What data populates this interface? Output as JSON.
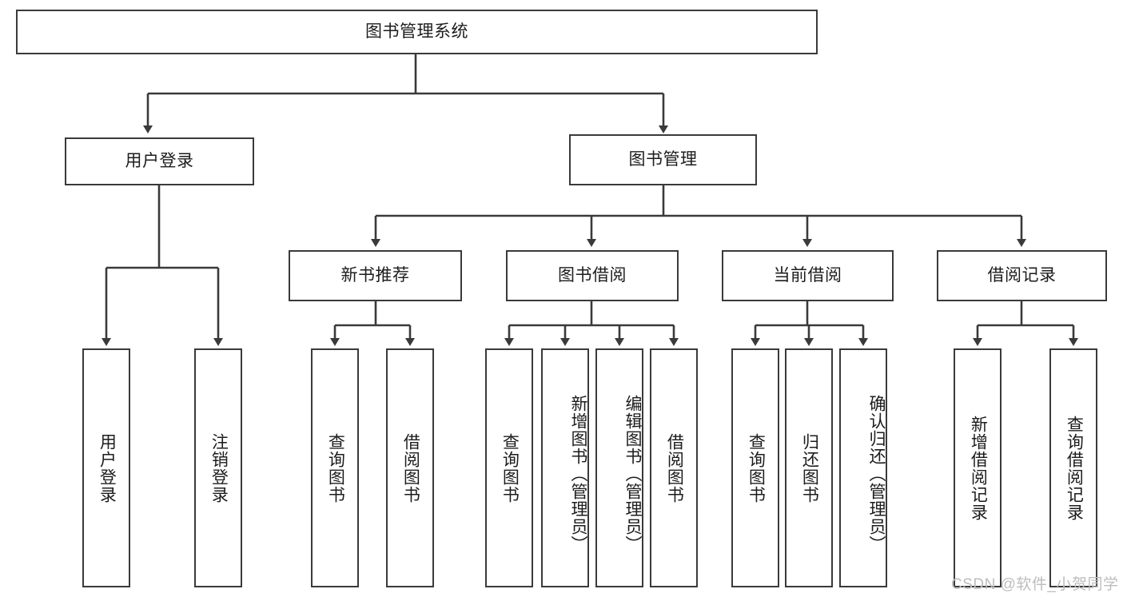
{
  "diagram": {
    "title": "图书管理系统",
    "type": "tree-hierarchy",
    "root": {
      "label": "图书管理系统"
    },
    "level2": [
      {
        "label": "用户登录"
      },
      {
        "label": "图书管理"
      }
    ],
    "level3": [
      {
        "label": "新书推荐",
        "parent": "图书管理"
      },
      {
        "label": "图书借阅",
        "parent": "图书管理"
      },
      {
        "label": "当前借阅",
        "parent": "图书管理"
      },
      {
        "label": "借阅记录",
        "parent": "图书管理"
      }
    ],
    "leaves": {
      "user_login": [
        {
          "label": "用户登录"
        },
        {
          "label": "注销登录"
        }
      ],
      "new_book_recommend": [
        {
          "label": "查询图书"
        },
        {
          "label": "借阅图书"
        }
      ],
      "book_borrow": [
        {
          "label": "查询图书"
        },
        {
          "label": "新增图书（管理员）"
        },
        {
          "label": "编辑图书（管理员）"
        },
        {
          "label": "借阅图书"
        }
      ],
      "current_borrow": [
        {
          "label": "查询图书"
        },
        {
          "label": "归还图书"
        },
        {
          "label": "确认归还（管理员）"
        }
      ],
      "borrow_records": [
        {
          "label": "新增借阅记录"
        },
        {
          "label": "查询借阅记录"
        }
      ]
    }
  },
  "watermark": {
    "text": "CSDN @软件_小贺同学"
  },
  "colors": {
    "stroke": "#3a3a3a",
    "box_fill": "#ffffff",
    "text": "#1c1c1c",
    "watermark": "#bdbdbd",
    "background": "#ffffff"
  }
}
